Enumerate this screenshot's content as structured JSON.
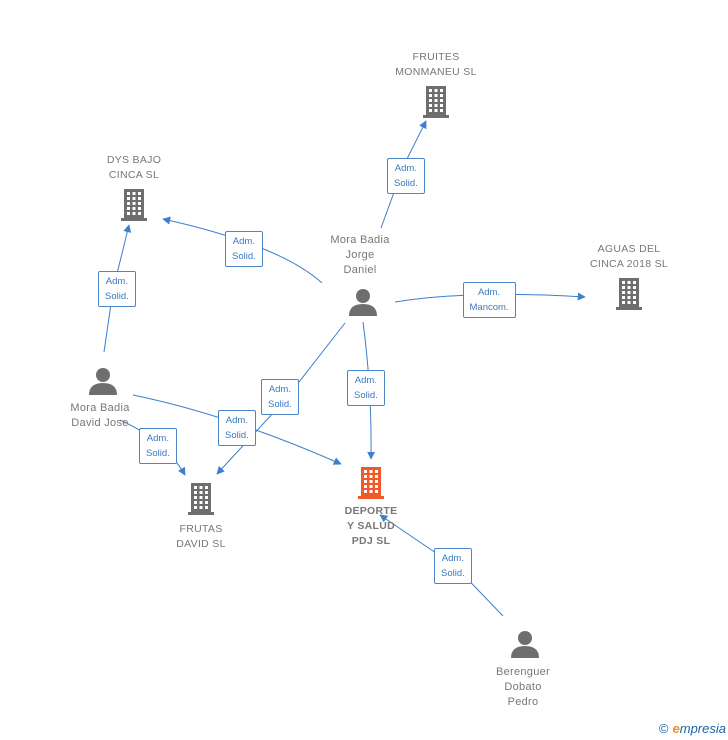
{
  "nodes": {
    "fruites": {
      "type": "company",
      "label": "FRUITES\nMONMANEU SL"
    },
    "dys": {
      "type": "company",
      "label": "DYS BAJO\nCINCA  SL"
    },
    "aguas": {
      "type": "company",
      "label": "AGUAS DEL\nCINCA 2018  SL"
    },
    "jorge": {
      "type": "person",
      "label": "Mora Badia\nJorge\nDaniel"
    },
    "david": {
      "type": "person",
      "label": "Mora Badia\nDavid Jose"
    },
    "deporte": {
      "type": "company",
      "label": "DEPORTE\nY SALUD\nPDJ  SL",
      "focus": true
    },
    "frutas": {
      "type": "company",
      "label": "FRUTAS\nDAVID SL"
    },
    "berenguer": {
      "type": "person",
      "label": "Berenguer\nDobato\nPedro"
    }
  },
  "edges": [
    {
      "from": "jorge",
      "to": "fruites",
      "label": "Adm.\nSolid."
    },
    {
      "from": "jorge",
      "to": "dys",
      "label": "Adm.\nSolid."
    },
    {
      "from": "jorge",
      "to": "aguas",
      "label": "Adm.\nMancom."
    },
    {
      "from": "jorge",
      "to": "deporte",
      "label": "Adm.\nSolid."
    },
    {
      "from": "jorge",
      "to": "frutas",
      "label": "Adm.\nSolid."
    },
    {
      "from": "david",
      "to": "dys",
      "label": "Adm.\nSolid."
    },
    {
      "from": "david",
      "to": "frutas",
      "label": "Adm.\nSolid."
    },
    {
      "from": "david",
      "to": "deporte",
      "label": "Adm.\nSolid."
    },
    {
      "from": "berenguer",
      "to": "deporte",
      "label": "Adm.\nSolid."
    }
  ],
  "colors": {
    "edge": "#3d7fcc",
    "node": "#6e6e6e",
    "focus": "#f05a28"
  },
  "footer": {
    "copyright": "©",
    "brand_e": "e",
    "brand_rest": "mpresia"
  }
}
